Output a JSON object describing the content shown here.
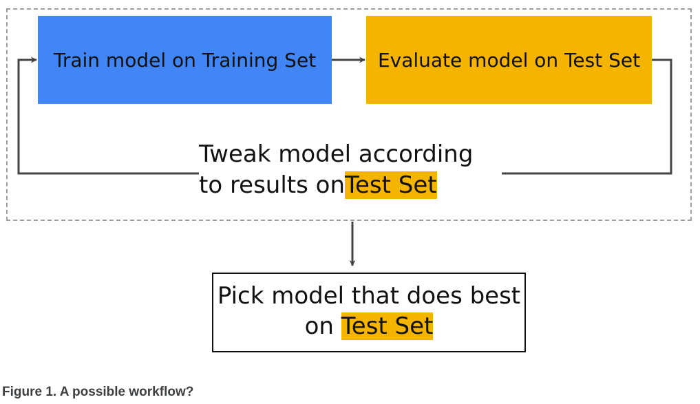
{
  "diagram": {
    "train_box": "Train model on Training Set",
    "evaluate_box": "Evaluate model on Test Set",
    "tweak_line1": "Tweak model according",
    "tweak_line2_prefix": "to results on",
    "tweak_line2_highlight": "Test Set",
    "pick_line1": "Pick model that does best",
    "pick_line2_prefix": "on ",
    "pick_line2_highlight": "Test Set"
  },
  "caption": "Figure 1. A possible workflow?",
  "colors": {
    "train_box": "#4285f4",
    "evaluate_box": "#f4b400",
    "highlight": "#f4b400",
    "arrow": "#444444",
    "frame": "#9e9e9e"
  }
}
